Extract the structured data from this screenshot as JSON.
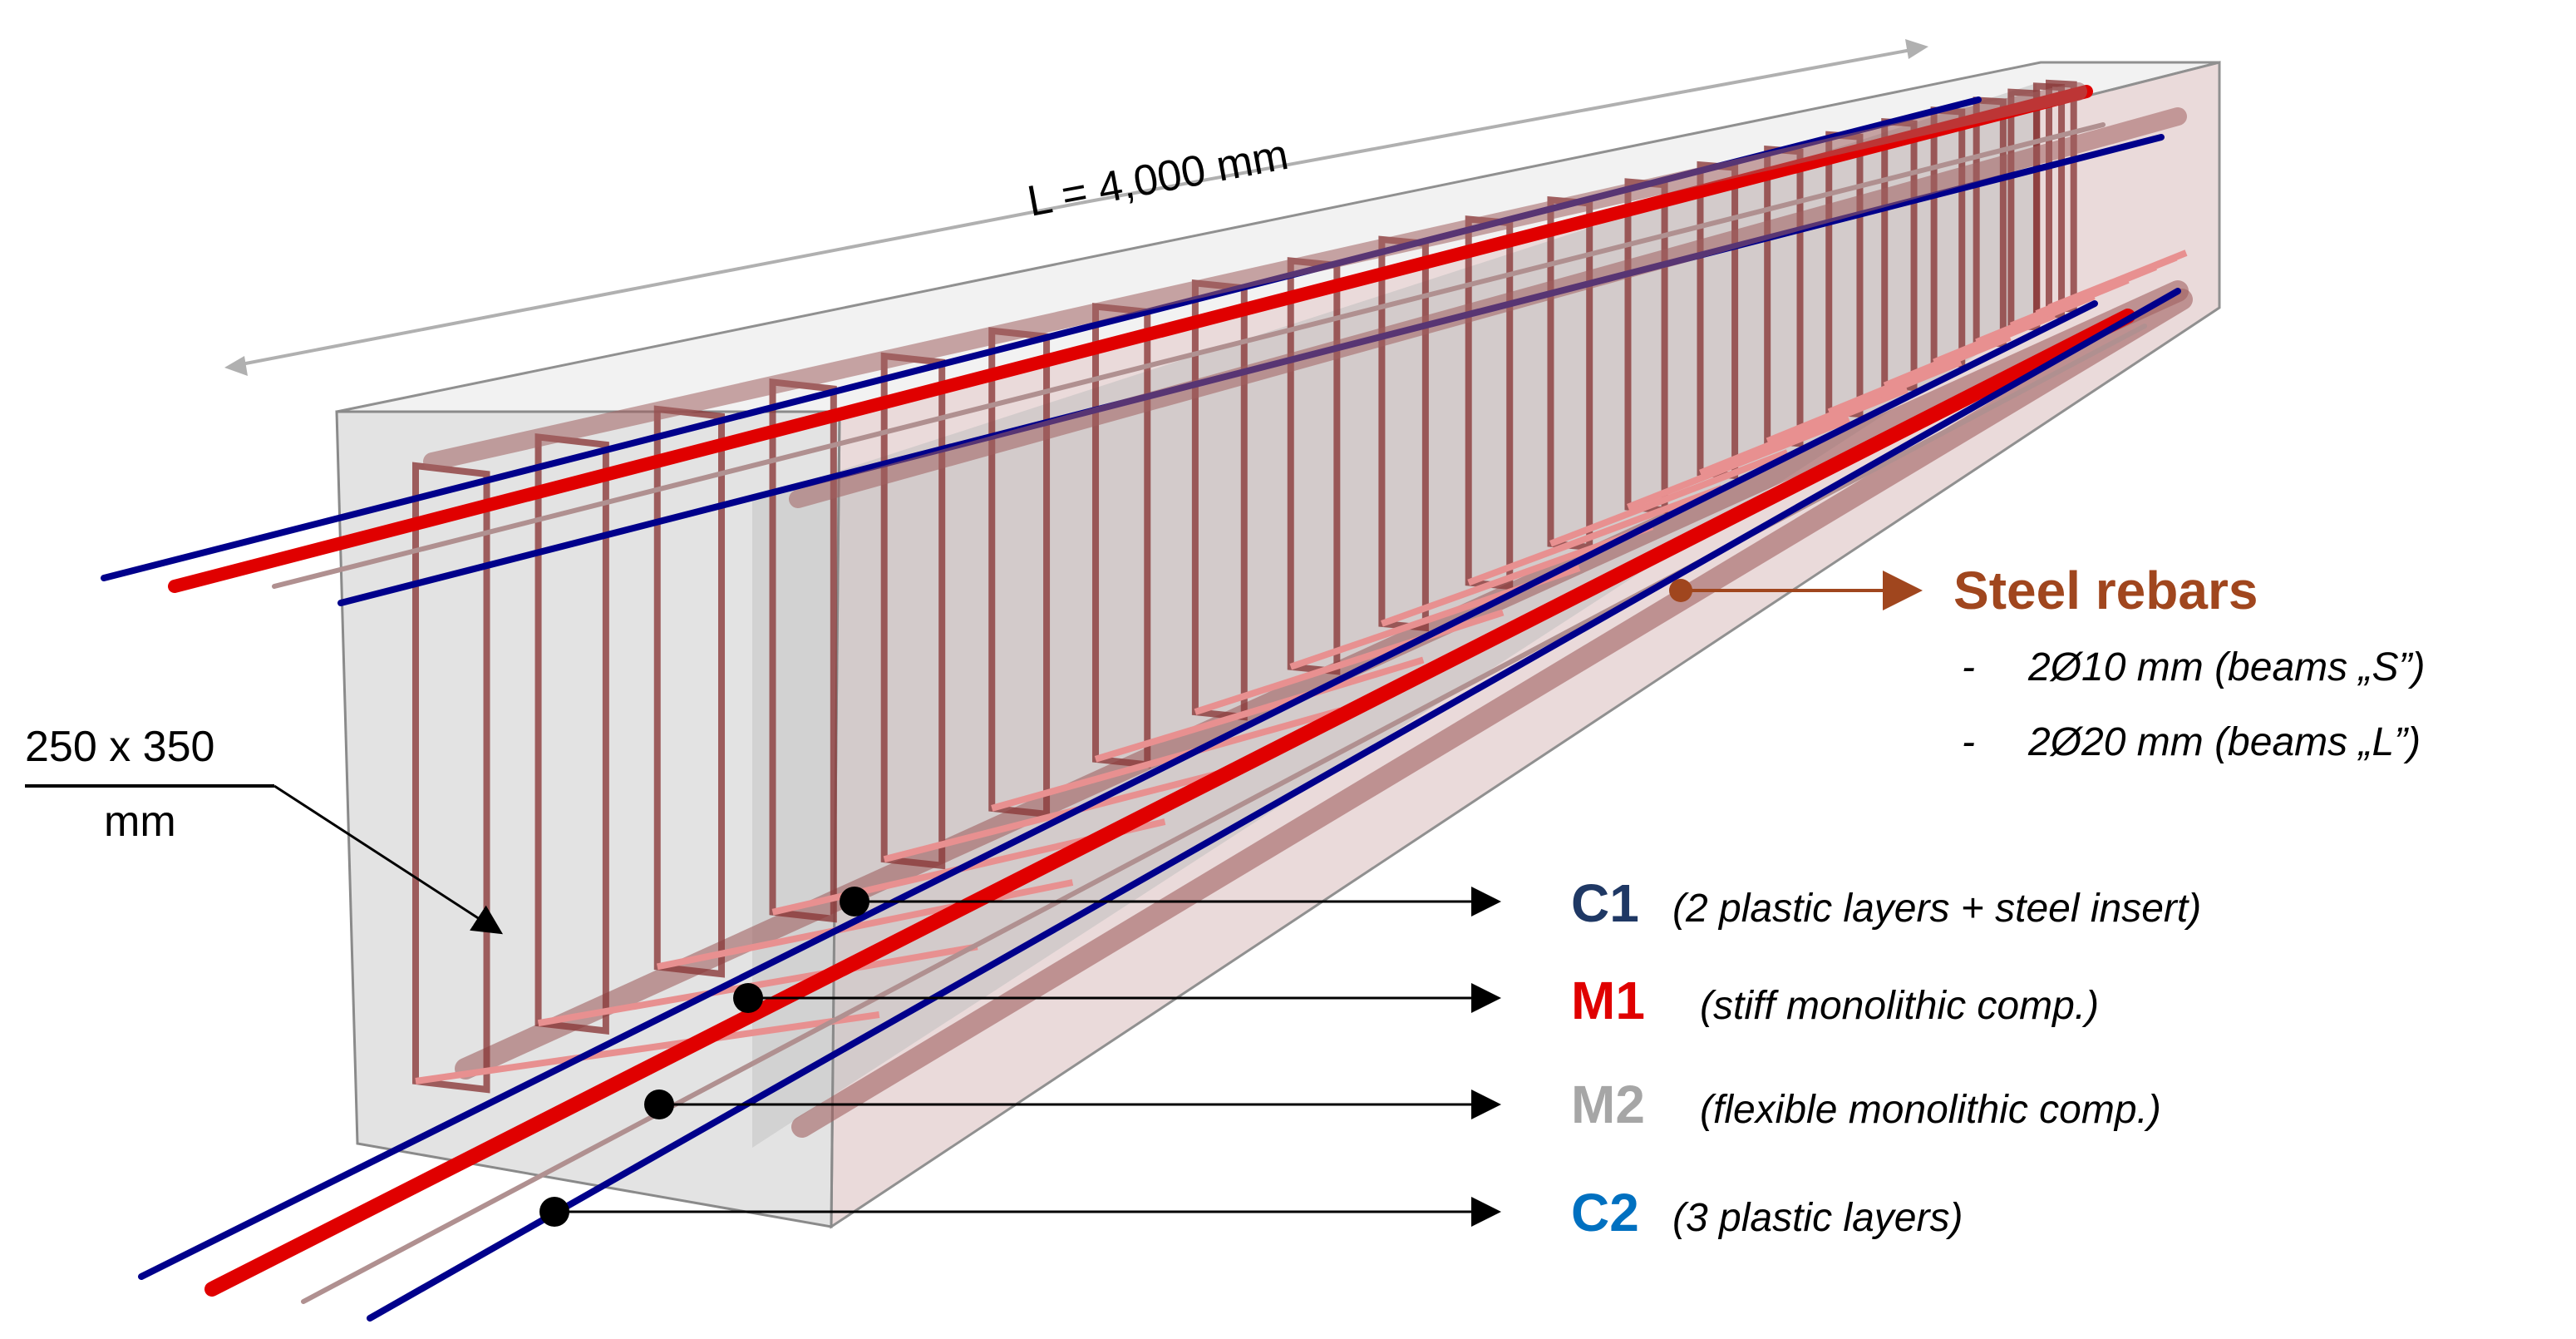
{
  "dimensions": {
    "length": "L = 4,000 mm",
    "section_line1": "250 x 350",
    "section_line2": "mm"
  },
  "steel_rebars": {
    "title": "Steel rebars",
    "items": [
      {
        "dash": "-",
        "text": "2Ø10 mm (beams „S”)"
      },
      {
        "dash": "-",
        "text": "2Ø20 mm (beams „L”)"
      }
    ]
  },
  "legend": [
    {
      "code": "C1",
      "desc": "(2 plastic layers + steel insert)"
    },
    {
      "code": "M1",
      "desc": "(stiff monolithic comp.)"
    },
    {
      "code": "M2",
      "desc": "(flexible monolithic comp.)"
    },
    {
      "code": "C2",
      "desc": "(3 plastic layers)"
    }
  ],
  "colors": {
    "C1": "#1f3864",
    "M1": "#e00000",
    "M2": "#a6a6a6",
    "C2": "#0070c0",
    "steel": "#a0461e",
    "bar_blue": "#00008b",
    "bar_red": "#e00000",
    "stirrup": "#8b3a3a",
    "concrete": "#c8c8c8"
  }
}
